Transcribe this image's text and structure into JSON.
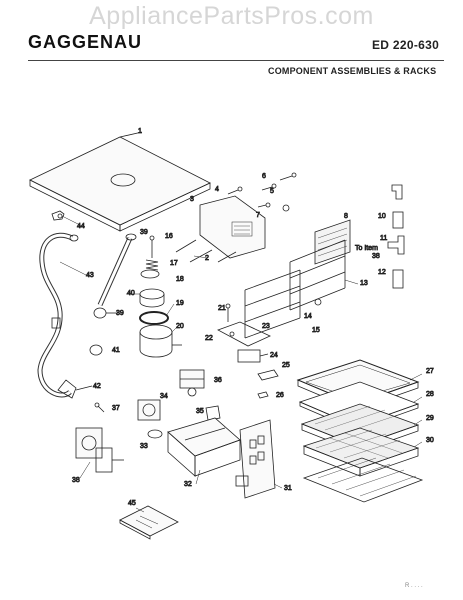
{
  "watermark": "AppliancePartsPros.com",
  "header": {
    "brand": "GAGGENAU",
    "model": "ED 220-630",
    "subtitle": "COMPONENT ASSEMBLIES & RACKS"
  },
  "labels": {
    "n1": "1",
    "n3": "3",
    "n4": "4",
    "n5": "5",
    "n6": "6",
    "n7": "7",
    "n8": "8",
    "n10": "10",
    "n11": "11",
    "n12": "12",
    "n13": "13",
    "n14": "14",
    "n15": "15",
    "n16": "16",
    "n17": "17",
    "n18": "18",
    "n19": "19",
    "n20": "20",
    "n21": "21",
    "n22": "22",
    "n23": "23",
    "n24": "24",
    "n25": "25",
    "n26": "26",
    "n27": "27",
    "n28": "28",
    "n29": "29",
    "n30": "30",
    "n31": "31",
    "n32": "32",
    "n33": "33",
    "n34": "34",
    "n35": "35",
    "n36": "36",
    "n37": "37",
    "n38": "38",
    "n39": "39",
    "n39b": "39",
    "n40": "40",
    "n41": "41",
    "n42": "42",
    "n43": "43",
    "n44": "44",
    "n45": "45",
    "n2": "2",
    "to_item_1": "To Item",
    "to_item_2": "38"
  },
  "footer": "R . . . ."
}
